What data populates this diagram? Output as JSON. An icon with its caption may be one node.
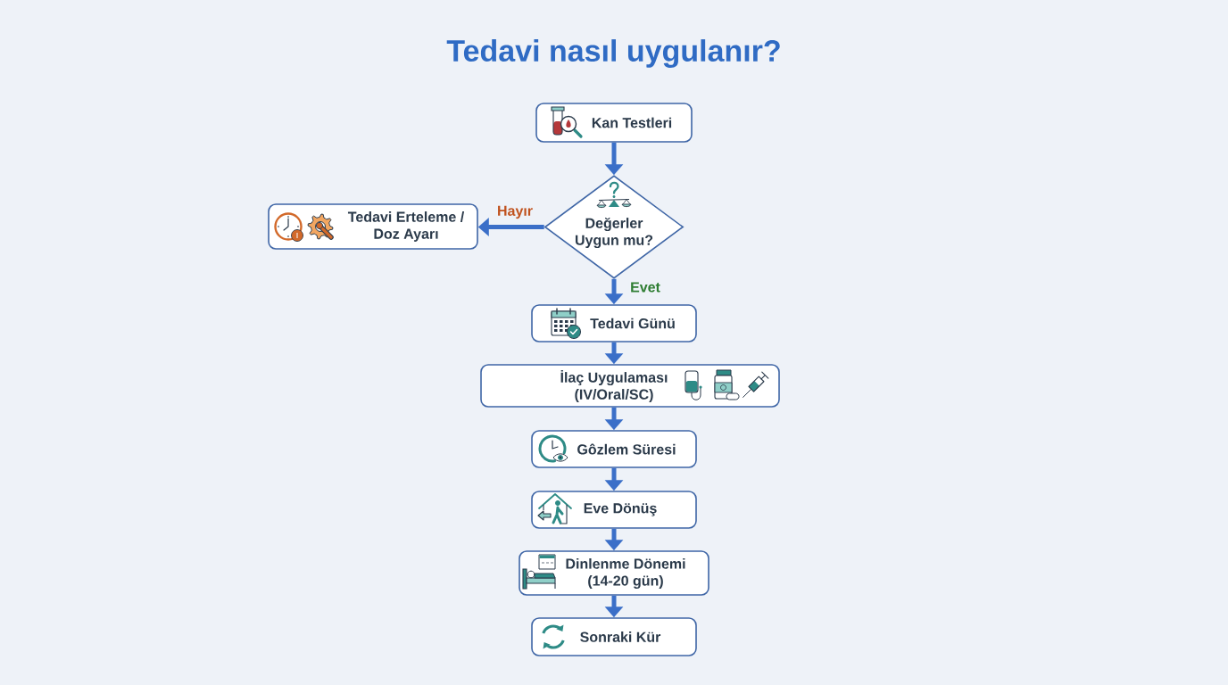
{
  "diagram": {
    "title": "Tedavi nasıl uygulanır?",
    "nodes": [
      {
        "text": [
          "Kan Testleri"
        ]
      },
      {
        "text": [
          "Değerler Uygun mu?"
        ]
      },
      {
        "text": [
          "Tedavi Erteleme / Doz Ayarı"
        ]
      },
      {
        "text": [
          "Tedavi Günü"
        ]
      },
      {
        "text": [
          "İlaç Uygulaması (IV/Oral/SC)"
        ]
      },
      {
        "text": [
          "Gôzlem Süresi"
        ]
      },
      {
        "text": [
          "Eve Dönüş"
        ]
      },
      {
        "text": [
          "Dinlenme Dönemi (14-20 gün)"
        ]
      },
      {
        "text": [
          "Sonraki Kür"
        ]
      }
    ],
    "edges": [
      {
        "from": 0,
        "to": 1,
        "arrow": "to"
      },
      {
        "from": 1,
        "to": 2,
        "arrow": "to",
        "label": "Hayır"
      },
      {
        "from": 1,
        "to": 3,
        "arrow": "to",
        "label": "Evet"
      },
      {
        "from": 3,
        "to": 4,
        "arrow": "to"
      },
      {
        "from": 4,
        "to": 5,
        "arrow": "to"
      },
      {
        "from": 5,
        "to": 6,
        "arrow": "to"
      },
      {
        "from": 6,
        "to": 7,
        "arrow": "to"
      },
      {
        "from": 7,
        "to": 8,
        "arrow": "to"
      }
    ]
  }
}
